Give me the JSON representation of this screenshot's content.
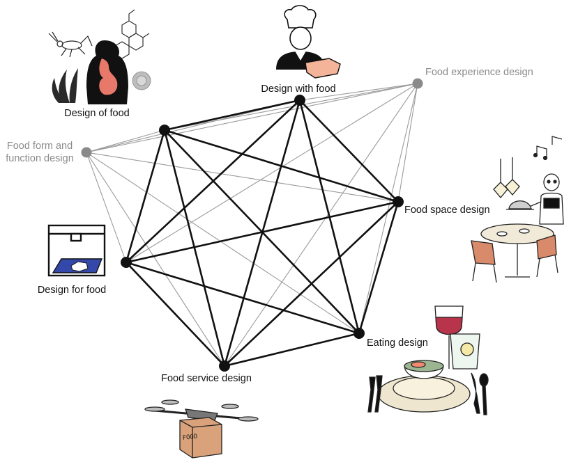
{
  "diagram": {
    "nodes": [
      {
        "id": "design-of-food",
        "label": "Design of food",
        "group": "core"
      },
      {
        "id": "design-with-food",
        "label": "Design with food",
        "group": "core"
      },
      {
        "id": "food-space-design",
        "label": "Food space design",
        "group": "core"
      },
      {
        "id": "eating-design",
        "label": "Eating design",
        "group": "core"
      },
      {
        "id": "food-service-design",
        "label": "Food service design",
        "group": "core"
      },
      {
        "id": "design-for-food",
        "label": "Design for food",
        "group": "core"
      },
      {
        "id": "food-experience-design",
        "label": "Food experience design",
        "group": "overarching"
      },
      {
        "id": "food-form-function-design",
        "label_lines": [
          "Food form and",
          "function design"
        ],
        "group": "overarching"
      }
    ],
    "food_box_text": "FOOD",
    "colors": {
      "core": "#111111",
      "overarching": "#8a8a8a",
      "wine": "#b8344a",
      "salmon": "#f08a70",
      "gut": "#e8786a",
      "chair": "#d98a6a",
      "plate": "#efe6cf",
      "printer_bed": "#3348a8",
      "box": "#d9a27a"
    }
  }
}
